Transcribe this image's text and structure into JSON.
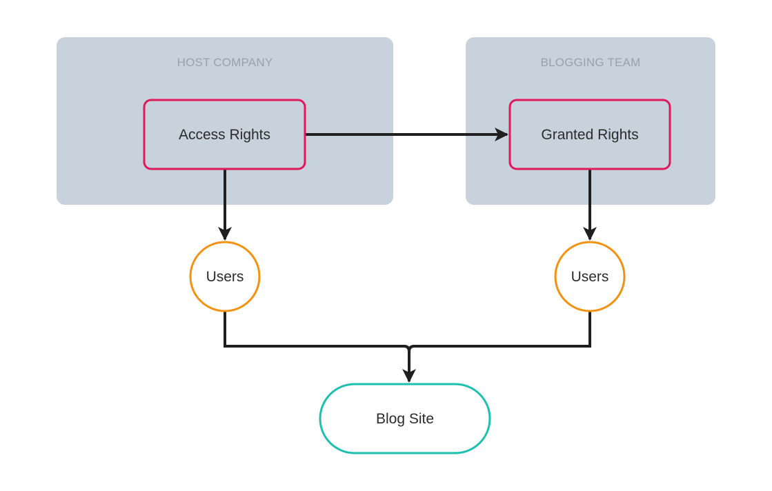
{
  "groups": {
    "host": {
      "label": "HOST COMPANY"
    },
    "blogging": {
      "label": "BLOGGING TEAM"
    }
  },
  "nodes": {
    "access_rights": {
      "label": "Access Rights"
    },
    "granted_rights": {
      "label": "Granted Rights"
    },
    "users_left": {
      "label": "Users"
    },
    "users_right": {
      "label": "Users"
    },
    "blog_site": {
      "label": "Blog Site"
    }
  },
  "colors": {
    "group_fill": "#c8d2dc",
    "rights_border": "#e0185a",
    "users_border": "#f39212",
    "blog_border": "#1dbfae",
    "connector": "#1f1f1f"
  }
}
